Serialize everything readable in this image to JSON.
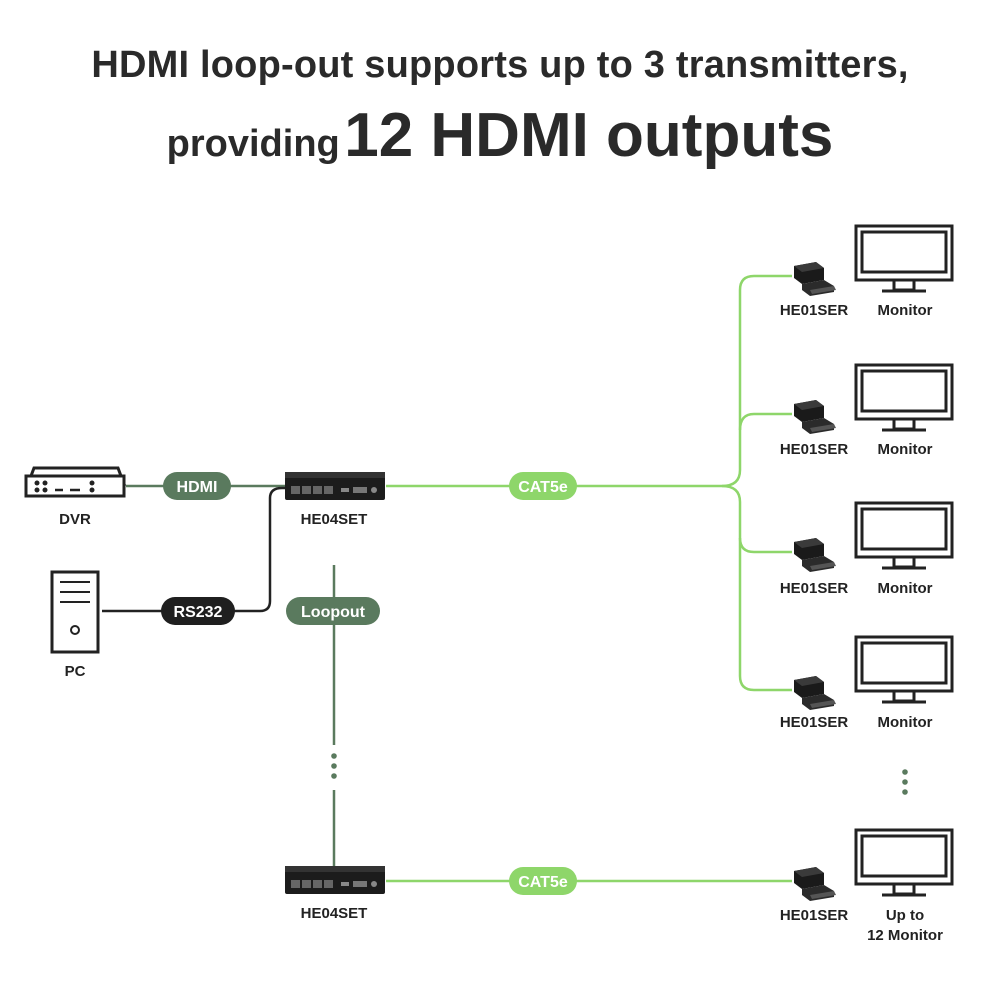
{
  "title": {
    "line1": "HDMI loop-out supports up to 3 transmitters,",
    "line2_prefix": "providing",
    "line2_emphasis": "12 HDMI outputs"
  },
  "sources": {
    "dvr_label": "DVR",
    "pc_label": "PC"
  },
  "cables": {
    "hdmi": "HDMI",
    "rs232": "RS232",
    "loopout": "Loopout",
    "cat5e_top": "CAT5e",
    "cat5e_bottom": "CAT5e"
  },
  "transmitters": {
    "top_label": "HE04SET",
    "bottom_label": "HE04SET"
  },
  "receivers": [
    {
      "receiver_label": "HE01SER",
      "monitor_label": "Monitor"
    },
    {
      "receiver_label": "HE01SER",
      "monitor_label": "Monitor"
    },
    {
      "receiver_label": "HE01SER",
      "monitor_label": "Monitor"
    },
    {
      "receiver_label": "HE01SER",
      "monitor_label": "Monitor"
    }
  ],
  "last_receiver": {
    "receiver_label": "HE01SER",
    "monitor_label_line1": "Up to",
    "monitor_label_line2": "12 Monitor"
  },
  "colors": {
    "green_line": "#8ed66a",
    "dark_green_pill": "#5a7a5e",
    "black_pill": "#1f1f1f",
    "dark_text": "#222222"
  }
}
